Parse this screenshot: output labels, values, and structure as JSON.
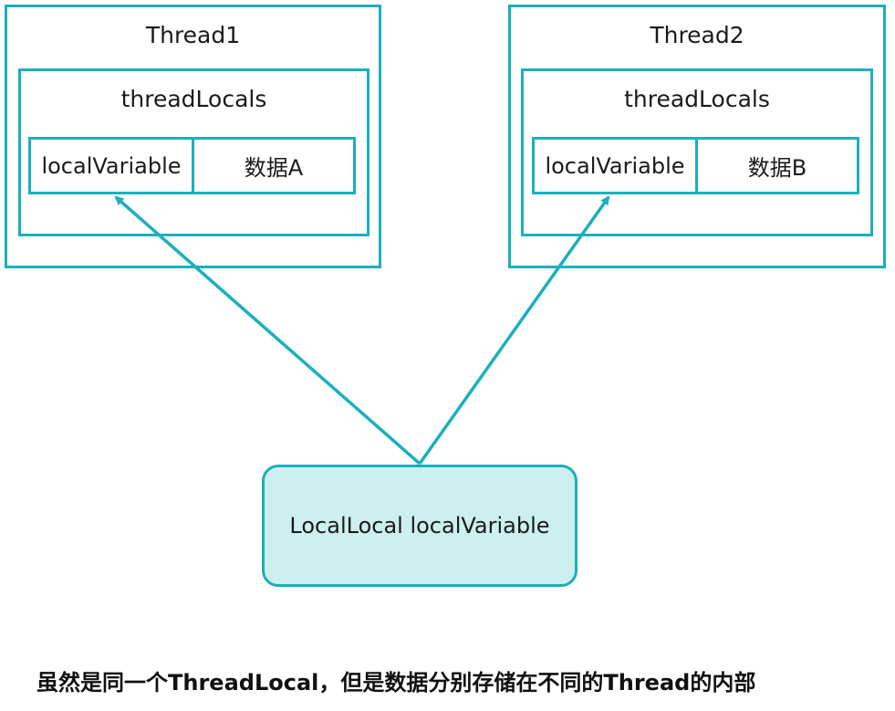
{
  "colors": {
    "border": "#1ab0bd",
    "variable_fill": "#cdeff0",
    "arrow": "#1ab0bd"
  },
  "threads": [
    {
      "title": "Thread1",
      "locals_label": "threadLocals",
      "entry_key": "localVariable",
      "entry_value": "数据A"
    },
    {
      "title": "Thread2",
      "locals_label": "threadLocals",
      "entry_key": "localVariable",
      "entry_value": "数据B"
    }
  ],
  "variable_label": "LocalLocal localVariable",
  "caption": "虽然是同一个ThreadLocal，但是数据分别存储在不同的Thread的内部"
}
